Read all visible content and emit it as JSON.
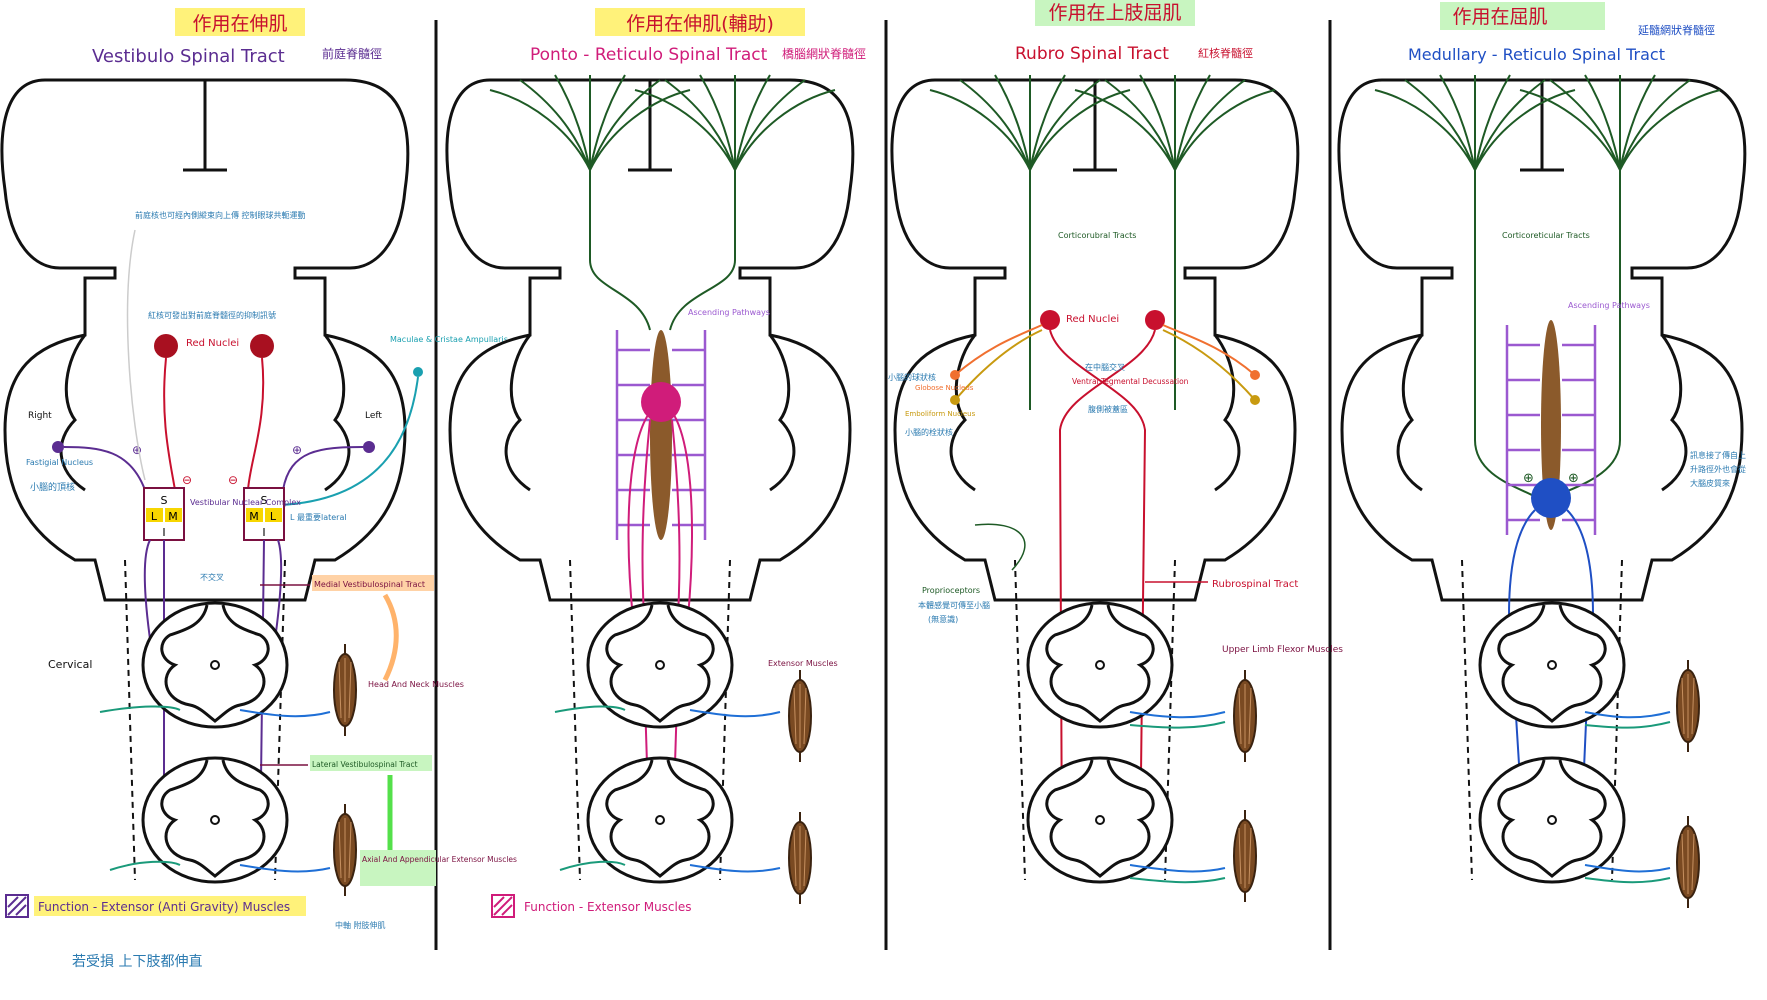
{
  "colors": {
    "outline": "#111111",
    "vestibulo": "#5b2d91",
    "pontine": "#d01c7a",
    "rubro": "#c8102e",
    "medullary": "#1f4fc4",
    "cortical": "#1e5a25",
    "ladder": "#9b59d0",
    "brown": "#8b5a2b",
    "teal": "#1aa0b0",
    "sensory": "#1a9a7a",
    "motor_blue": "#1f6fd6",
    "highlight_yellow": "#fff27a",
    "highlight_green": "#c8f5c0",
    "highlight_orange": "#ffd2a6"
  },
  "panels": [
    {
      "banner": "作用在伸肌",
      "title": "Vestibulo Spinal Tract",
      "subtitle": "前庭脊髓徑",
      "notes": {
        "top": "前庭核也可經內側縱束向上傳 控制眼球共軛運動",
        "red_nuclei_note": "紅核可發出對前庭脊髓徑的抑制訊號",
        "red_nuclei": "Red Nuclei",
        "right": "Right",
        "left": "Left",
        "fastigial": "Fastigial Nucleus",
        "fastigial_cn": "小腦的頂核",
        "macula": "Maculae & Cristae Ampullaris",
        "vestibular_complex": "Vestibular Nuclear Complex",
        "lateral_note": "L 最重要lateral",
        "not_crossed": "不交叉",
        "medial_tract": "Medial Vestibulospinal Tract",
        "cervical": "Cervical",
        "head_neck": "Head And Neck Muscles",
        "lateral_tract": "Lateral Vestibulospinal Tract",
        "axial": "Axial And Appendicular Extensor Muscles",
        "function": "Function - Extensor (Anti Gravity) Muscles",
        "trunk_note": "中軸 附肢伸肌",
        "lesion_note": "若受損 上下肢都伸直"
      },
      "nucleus_labels": {
        "s": "S",
        "l": "L",
        "m": "M",
        "i": "I"
      }
    },
    {
      "banner": "作用在伸肌(輔助)",
      "title": "Ponto - Reticulo Spinal Tract",
      "subtitle": "橋腦網狀脊髓徑",
      "notes": {
        "ascending": "Ascending Pathways",
        "extensor": "Extensor Muscles",
        "function": "Function - Extensor Muscles"
      }
    },
    {
      "banner": "作用在上肢屈肌",
      "title": "Rubro Spinal Tract",
      "subtitle": "紅核脊髓徑",
      "notes": {
        "corticorubral": "Corticorubral Tracts",
        "red_nuclei": "Red Nuclei",
        "cerebellar_cn": "小腦的球狀核",
        "globose": "Globose Nucleus",
        "emboliform": "Emboliform Nucleus",
        "emboliform_cn": "小腦的栓狀核",
        "decussation_cn": "在中腦交叉",
        "decussation": "Ventral Tegmental Decussation",
        "decussation_cn2": "腹側被蓋區",
        "proprioceptors": "Proprioceptors",
        "proprio_cn": "本體感覺可傳至小腦",
        "proprio_cn2": "(無意識)",
        "rubrospinal": "Rubrospinal Tract",
        "upper_limb": "Upper Limb Flexor Muscles"
      }
    },
    {
      "banner": "作用在屈肌",
      "title": "Medullary - Reticulo Spinal Tract",
      "subtitle": "延髓網狀脊髓徑",
      "notes": {
        "corticoreticular": "Corticoreticular Tracts",
        "ascending": "Ascending Pathways",
        "side_note1": "訊息接了傳自上",
        "side_note2": "升路徑外也會從",
        "side_note3": "大腦皮質來"
      }
    }
  ]
}
